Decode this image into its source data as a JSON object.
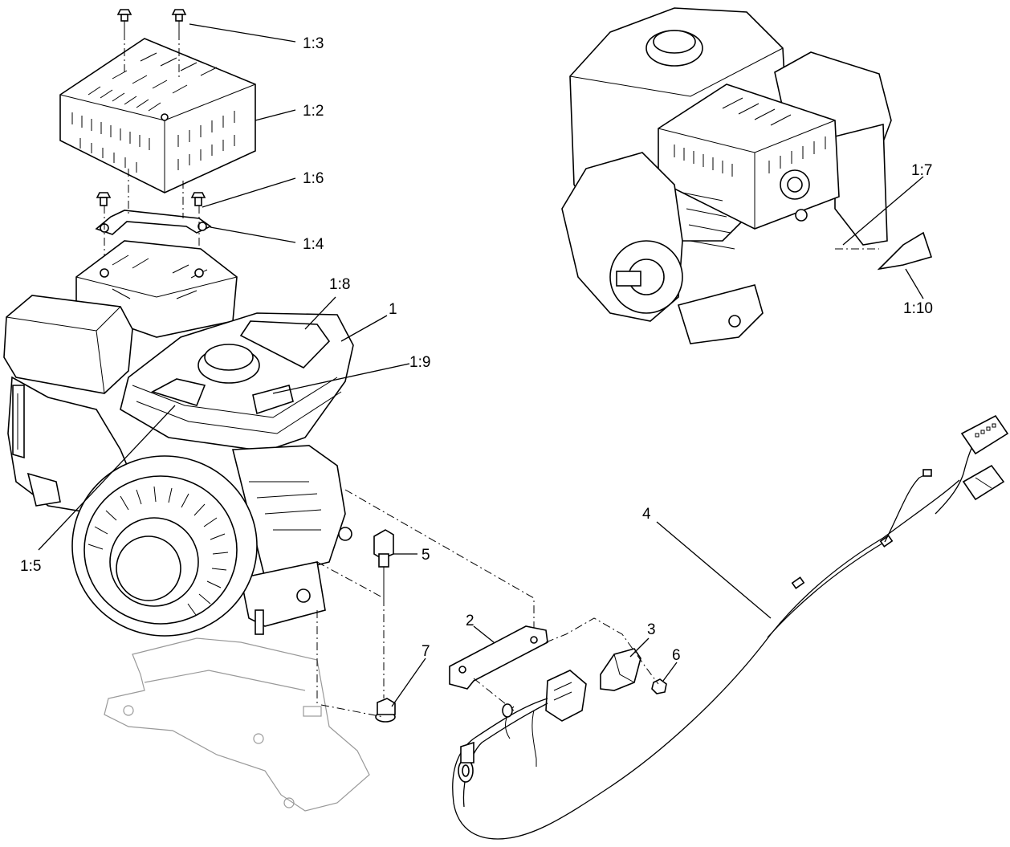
{
  "callouts": {
    "c_1_3": "1:3",
    "c_1_2": "1:2",
    "c_1_6": "1:6",
    "c_1_4": "1:4",
    "c_1_8": "1:8",
    "c_1": "1",
    "c_1_9": "1:9",
    "c_1_5": "1:5",
    "c_5": "5",
    "c_2": "2",
    "c_3": "3",
    "c_6": "6",
    "c_7": "7",
    "c_4": "4",
    "c_1_7": "1:7",
    "c_1_10": "1:10"
  }
}
